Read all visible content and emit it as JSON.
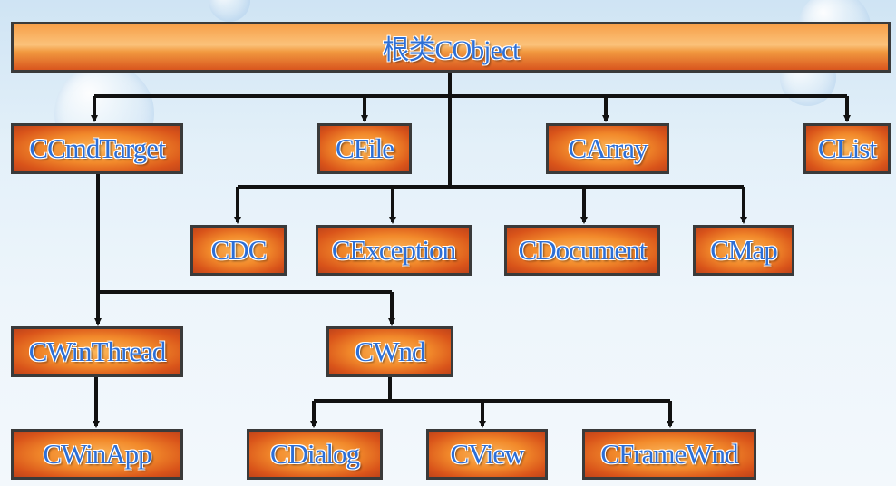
{
  "diagram": {
    "root": "根类CObject",
    "level1": [
      "CCmdTarget",
      "CFile",
      "CArray",
      "CList"
    ],
    "level2": [
      "CDC",
      "CException",
      "CDocument",
      "CMap"
    ],
    "level3": [
      "CWinThread",
      "CWnd"
    ],
    "level4": [
      "CWinApp",
      "CDialog",
      "CView",
      "CFrameWnd"
    ]
  },
  "colors": {
    "line": "#111111",
    "box_text": "#2d6fd6",
    "box_fill": "#f28a2b",
    "box_border": "#3a3a3a"
  }
}
